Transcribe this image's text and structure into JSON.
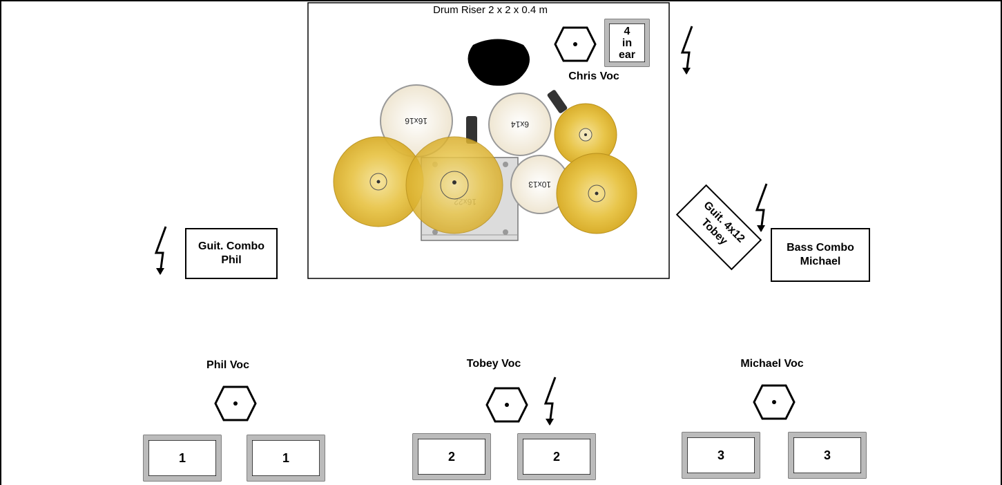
{
  "riser": {
    "title": "Drum Riser 2 x 2 x 0.4 m"
  },
  "drums": {
    "floor_tom": "16x16",
    "rack_tom_1": "6x14",
    "rack_tom_2": "10x13",
    "bass_drum": "16x22"
  },
  "vocals": {
    "chris": "Chris Voc",
    "phil": "Phil Voc",
    "tobey": "Tobey Voc",
    "michael": "Michael Voc"
  },
  "inear": {
    "line1": "4",
    "line2": "in",
    "line3": "ear"
  },
  "amps": {
    "guit_combo": {
      "line1": "Guit. Combo",
      "line2": "Phil"
    },
    "guit_cab": {
      "line1": "Guit. 4x12",
      "line2": "Tobey"
    },
    "bass_combo": {
      "line1": "Bass Combo",
      "line2": "Michael"
    }
  },
  "monitors": {
    "phil_left": "1",
    "phil_right": "1",
    "tobey_left": "2",
    "tobey_right": "2",
    "michael_left": "3",
    "michael_right": "3"
  },
  "icons": {
    "power": "power-outlet-icon",
    "mic": "vocal-mic-icon",
    "monitor": "wedge-monitor-icon",
    "throne": "drum-throne-icon"
  },
  "colors": {
    "cymbal": "#e8c54a",
    "drum_head": "#f8f4ea",
    "line": "#000000"
  }
}
